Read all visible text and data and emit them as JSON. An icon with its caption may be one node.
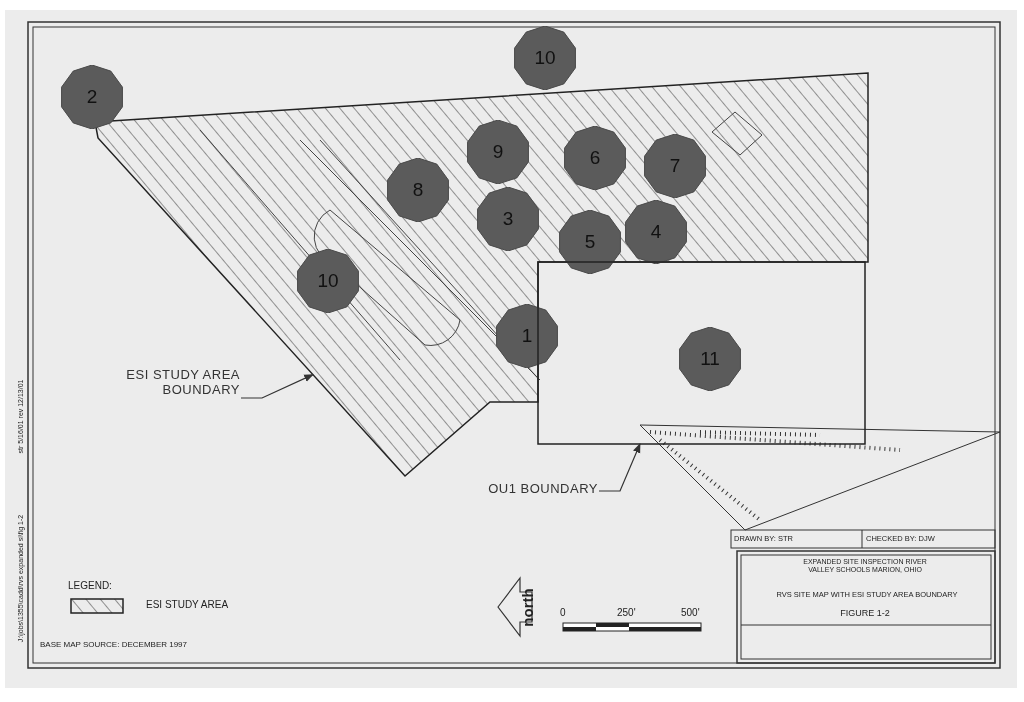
{
  "diagram": {
    "nodes": [
      {
        "text": [],
        "shape": "polygon"
      },
      {
        "text": [
          "ESI STUDY AREA BOUNDARY"
        ]
      },
      {
        "text": [],
        "shape": "box"
      },
      {
        "text": [
          "OU1 BOUNDARY"
        ]
      },
      {
        "text": [
          "10"
        ]
      },
      {
        "text": [
          "2"
        ]
      },
      {
        "text": [
          "9"
        ],
        "in": 0
      },
      {
        "text": [
          "6"
        ],
        "in": 0
      },
      {
        "text": [
          "7"
        ],
        "in": 0
      },
      {
        "text": [
          "8"
        ],
        "in": 0
      },
      {
        "text": [
          "3"
        ],
        "in": 0
      },
      {
        "text": [
          "4"
        ],
        "in": 0
      },
      {
        "text": [
          "5"
        ],
        "in": 0
      },
      {
        "text": [
          "10"
        ],
        "in": 0
      },
      {
        "text": [
          "1"
        ],
        "in": 0
      },
      {
        "text": [
          "11"
        ],
        "in": 2
      }
    ],
    "edges": [
      {
        "from": 1,
        "to": 0,
        "arrow": "to"
      },
      {
        "from": 3,
        "to": 2,
        "arrow": "to"
      }
    ],
    "labels": [
      "str 5/16/01 rev 12/13/01",
      "J:\\jobs\\1355\\cadd\\rvs expanded si\\fig 1-2",
      "LEGEND:",
      "BASE MAP SOURCE: DECEMBER 1997",
      "north",
      "0",
      "250'",
      "500'",
      "DRAWN BY: STR",
      "CHECKED BY: DJW",
      "EXPANDED SITE INSPECTION RIVER VALLEY SCHOOLS MARION, OHIO",
      "RVS SITE MAP WITH ESI STUDY AREA BOUNDARY",
      "FIGURE 1-2"
    ],
    "legend": [
      {
        "text": "ESI STUDY AREA"
      }
    ]
  }
}
